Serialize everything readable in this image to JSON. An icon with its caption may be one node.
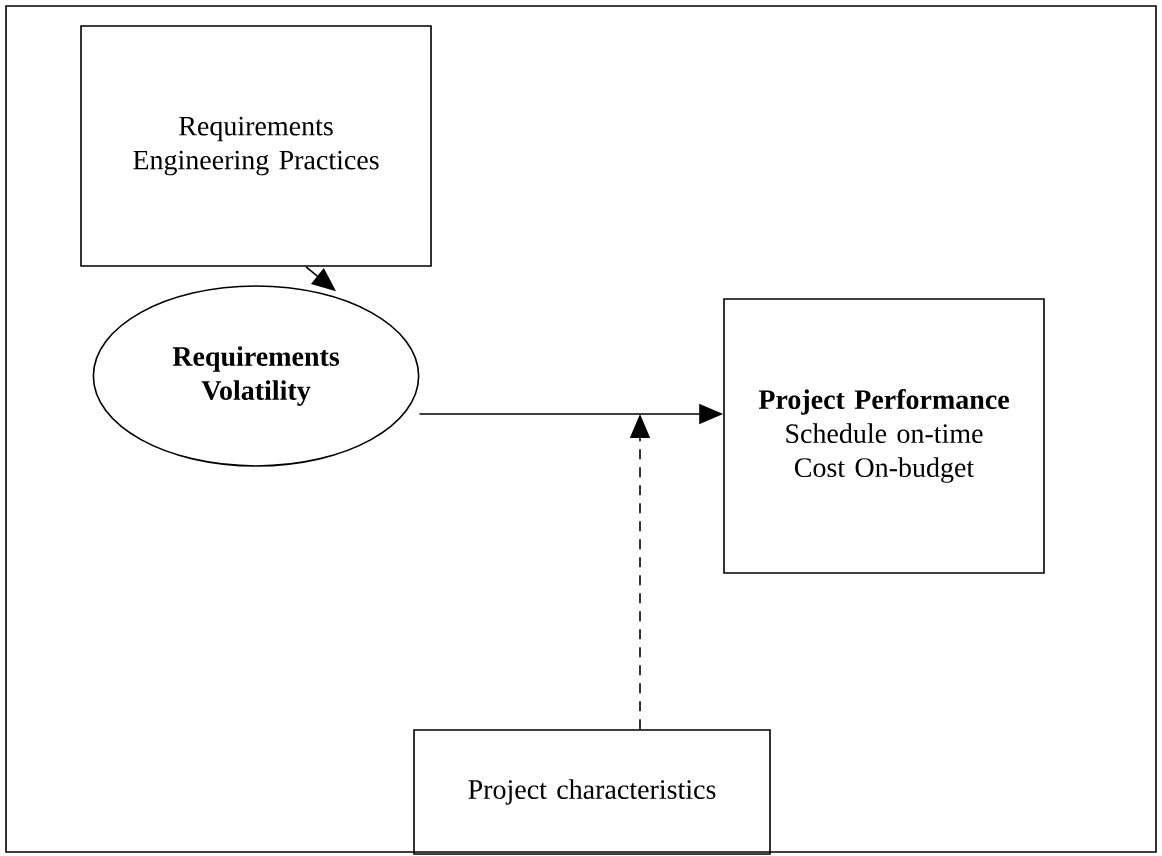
{
  "diagram": {
    "nodes": [
      {
        "text": [
          "Requirements Engineering Practices"
        ]
      },
      {
        "text": [
          "Requirements Volatility"
        ]
      },
      {
        "text": [
          "Project Performance",
          "Schedule on-time Cost On-budget"
        ]
      },
      {
        "text": [
          "Project characteristics"
        ]
      }
    ],
    "edges": [
      {
        "from": 0,
        "to": 1,
        "arrow": "to"
      },
      {
        "from": 1,
        "to": 2,
        "arrow": "to"
      },
      {
        "from": 3,
        "to": null,
        "arrow": "to",
        "style": "dashed"
      }
    ]
  }
}
